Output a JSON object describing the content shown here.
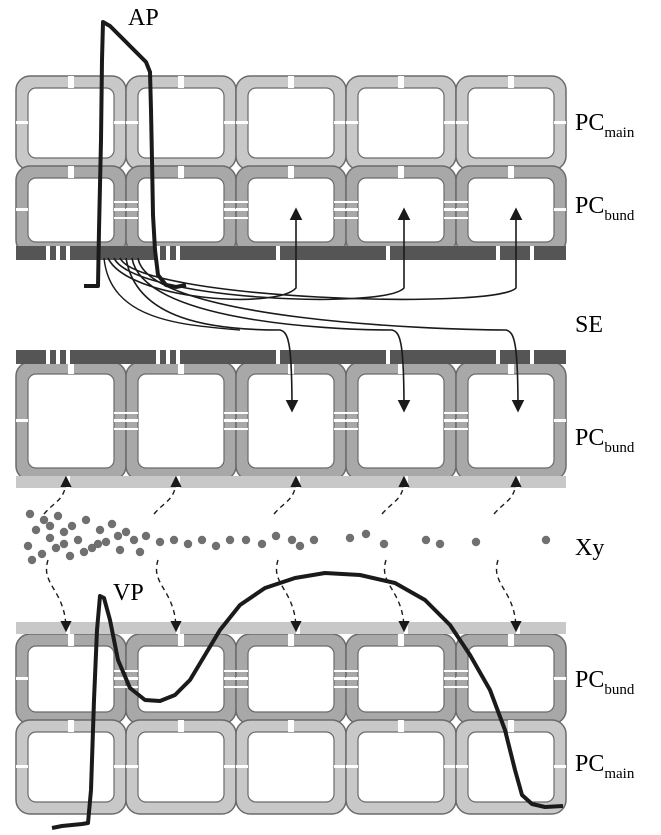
{
  "labels": {
    "ap": "AP",
    "vp": "VP",
    "se": "SE",
    "xy": "Xy",
    "pc_main_top": {
      "base": "PC",
      "sub": "main"
    },
    "pc_bund_top": {
      "base": "PC",
      "sub": "bund"
    },
    "pc_bund_mid": {
      "base": "PC",
      "sub": "bund"
    },
    "pc_bund_low": {
      "base": "PC",
      "sub": "bund"
    },
    "pc_main_low": {
      "base": "PC",
      "sub": "main"
    }
  },
  "colors": {
    "pc_main_cell": "#c8c8c8",
    "pc_bund_cell": "#a8a8a8",
    "sieve_element_wall": "#555555",
    "xylem_wall": "#c8c8c8",
    "xylem_particles": "#707070",
    "trace": "#1a1a1a"
  },
  "cells_per_row": 5
}
